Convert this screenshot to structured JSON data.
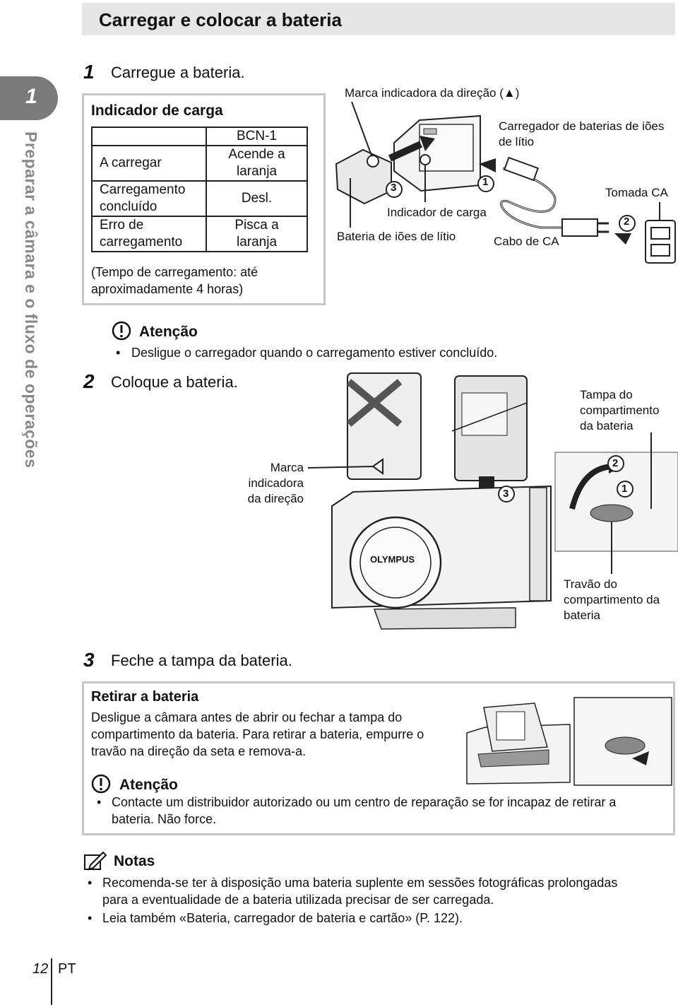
{
  "header": {
    "title": "Carregar e colocar a bateria"
  },
  "chapter": {
    "number": "1",
    "title": "Preparar a câmara e o fluxo de operações"
  },
  "steps": [
    {
      "num": "1",
      "text": "Carregue a bateria."
    },
    {
      "num": "2",
      "text": "Coloque a bateria."
    },
    {
      "num": "3",
      "text": "Feche a tampa da bateria."
    }
  ],
  "charge_box": {
    "title": "Indicador de carga",
    "col_header": "BCN-1",
    "rows": [
      {
        "state": "A carregar",
        "value": "Acende a laranja"
      },
      {
        "state": "Carregamento concluído",
        "value": "Desl."
      },
      {
        "state": "Erro de carregamento",
        "value": "Pisca a laranja"
      }
    ],
    "note": "(Tempo de carregamento: até aproximadamente 4 horas)"
  },
  "charger_diagram": {
    "direction_mark": "Marca indicadora da direção (▲)",
    "charger": "Carregador de baterias de iões de lítio",
    "socket": "Tomada CA",
    "indicator": "Indicador de carga",
    "battery": "Bateria de iões de lítio",
    "cable": "Cabo de CA",
    "n1": "1",
    "n2": "2",
    "n3": "3"
  },
  "attention1": {
    "title": "Atenção",
    "item": "Desligue o carregador quando o carregamento estiver concluído."
  },
  "camera_diagram": {
    "direction_mark": "Marca indicadora da direção",
    "cover": "Tampa do compartimento da bateria",
    "lock": "Travão do compartimento da bateria",
    "brand": "OLYMPUS",
    "n1": "1",
    "n2": "2",
    "n3": "3"
  },
  "remove_box": {
    "title": "Retirar a bateria",
    "text": "Desligue a câmara antes de abrir ou fechar a tampa do compartimento da bateria. Para retirar a bateria, empurre o travão na direção da seta e remova-a.",
    "attention_title": "Atenção",
    "attention_item": "Contacte um distribuidor autorizado ou um centro de reparação se for incapaz de retirar a bateria. Não force."
  },
  "notes": {
    "title": "Notas",
    "items": [
      "Recomenda-se ter à disposição uma bateria suplente em sessões fotográficas prolongadas para a eventualidade de a bateria utilizada precisar de ser carregada.",
      "Leia também «Bateria, carregador de bateria e cartão» (P. 122)."
    ]
  },
  "footer": {
    "page": "12",
    "lang": "PT"
  }
}
